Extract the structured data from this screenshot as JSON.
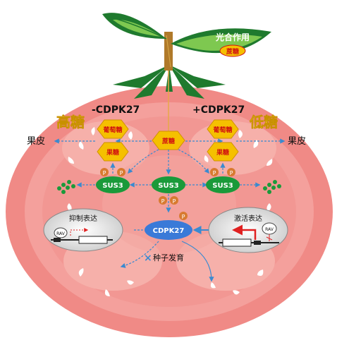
{
  "labels": {
    "photosynthesis": "光合作用",
    "sucrose_leaf": "蔗糖",
    "minus_cdpk": "-CDPK27",
    "plus_cdpk": "+CDPK27",
    "high_sugar": "高糖",
    "low_sugar": "低糖",
    "peel_left": "果皮",
    "peel_right": "果皮",
    "glucose_left": "葡萄糖",
    "glucose_right": "葡萄糖",
    "fructose_left": "果糖",
    "fructose_right": "果糖",
    "sucrose_center": "蔗糖",
    "sus3_left": "SUS3",
    "sus3_center": "SUS3",
    "sus3_right": "SUS3",
    "phospho": "P",
    "cdpk27": "CDPK27",
    "repress_title": "抑制表达",
    "activate_title": "激活表达",
    "rav_left": "RAV",
    "rav_right": "RAV",
    "x_mark": "×",
    "seed_dev": "种子发育"
  },
  "colors": {
    "tomato_outer": "#f08a86",
    "tomato_inner": "#f6a8a2",
    "locule": "#f8bcb2",
    "placenta": "#f2a09a",
    "hexagon_fill": "#f5c000",
    "hexagon_text": "#d01010",
    "sus3_fill": "#1a9a3a",
    "cdpk_fill": "#3a7ad8",
    "phospho_fill": "#d87a30",
    "leaf_dark": "#1f7a2e",
    "leaf_light": "#7ec850",
    "sugar_label": "#ffe030",
    "arrow_blue": "#3a8ad0"
  }
}
